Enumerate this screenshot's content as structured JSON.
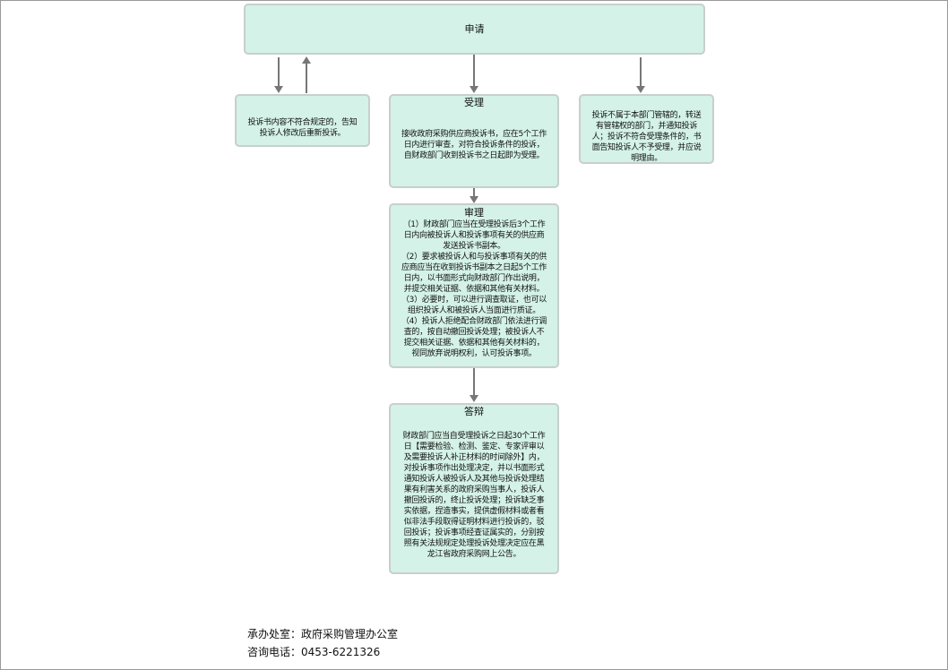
{
  "apply": {
    "title": "申请"
  },
  "reject_left": {
    "lines": [
      "投诉书内容不符合规定的，告知",
      "投诉人修改后重新投诉。"
    ]
  },
  "accept": {
    "title": "受理",
    "lines": [
      "接收政府采购供应商投诉书，应在5个工作",
      "日内进行审查，对符合投诉条件的投诉，",
      "自财政部门收到投诉书之日起即为受理。"
    ]
  },
  "reject_right": {
    "lines": [
      "投诉不属于本部门管辖的，转送",
      "有管辖权的部门，并通知投诉",
      "人；投诉不符合受理条件的，书",
      "面告知投诉人不予受理，并应说",
      "明理由。"
    ]
  },
  "review": {
    "title": "审理",
    "lines": [
      "（1）财政部门应当在受理投诉后3个工作",
      "日内向被投诉人和投诉事项有关的供应商",
      "发送投诉书副本。",
      "（2）要求被投诉人和与投诉事项有关的供",
      "应商应当在收到投诉书副本之日起5个工作",
      "日内，以书面形式向财政部门作出说明，",
      "并提交相关证据、依据和其他有关材料。",
      "（3）必要时，可以进行调查取证，也可以",
      "组织投诉人和被投诉人当面进行质证。",
      "（4）投诉人拒绝配合财政部门依法进行调",
      "查的，按自动撤回投诉处理；被投诉人不",
      "提交相关证据、依据和其他有关材料的，",
      "视同放弃说明权利，认可投诉事项。"
    ]
  },
  "reply": {
    "title": "答辩",
    "lines": [
      "财政部门应当自受理投诉之日起30个工作",
      "日【需要检验、检测、鉴定、专家评审以",
      "及需要投诉人补正材料的时间除外】内，",
      "对投诉事项作出处理决定，并以书面形式",
      "通知投诉人被投诉人及其他与投诉处理结",
      "果有利害关系的政府采购当事人，投诉人",
      "撤回投诉的，终止投诉处理；投诉缺乏事",
      "实依据，捏造事实，提供虚假材料或者看",
      "似非法手段取得证明材料进行投诉的，驳",
      "回投诉；投诉事项经查证属实的，分别按",
      "照有关法规规定处理投诉处理决定应在黑",
      "龙江省政府采购网上公告。"
    ]
  },
  "footer": {
    "office": "承办处室：政府采购管理办公室",
    "phone": "咨询电话：0453-6221326"
  }
}
